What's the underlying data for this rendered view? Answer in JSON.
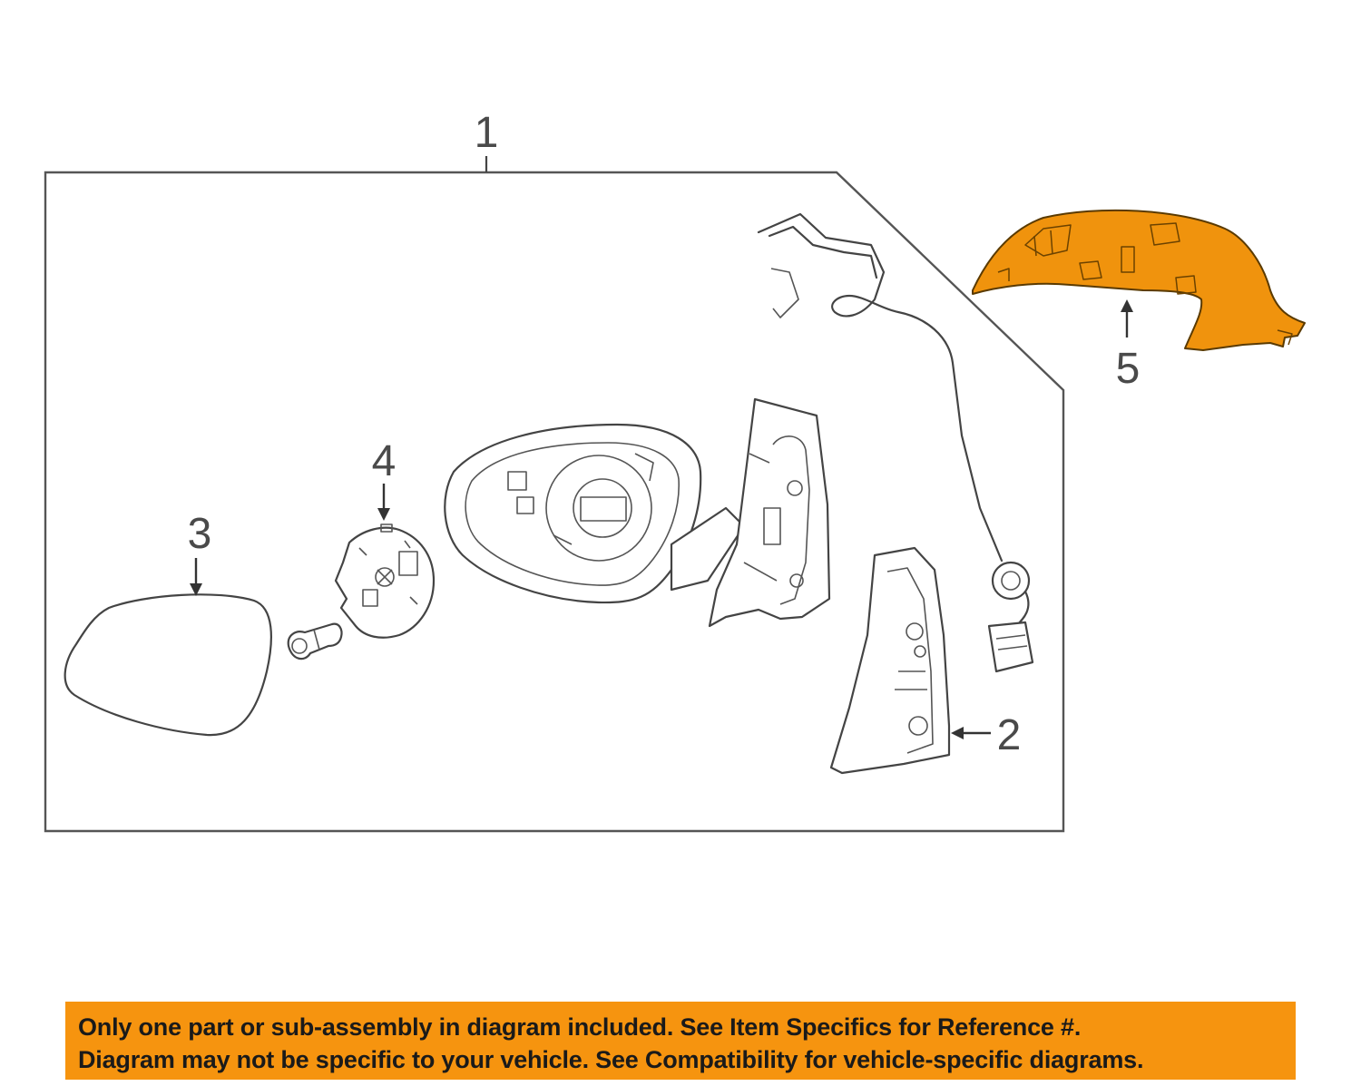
{
  "callouts": {
    "c1": "1",
    "c2": "2",
    "c3": "3",
    "c4": "4",
    "c5": "5"
  },
  "highlighted_part": "5",
  "colors": {
    "highlight": "#f0930d",
    "banner_bg": "#f6940f",
    "line": "#444444"
  },
  "banner": {
    "line1": "Only one part or sub-assembly in diagram included. See Item Specifics for Reference #.",
    "line2": "Diagram may not be specific to your vehicle. See Compatibility for vehicle-specific diagrams."
  }
}
